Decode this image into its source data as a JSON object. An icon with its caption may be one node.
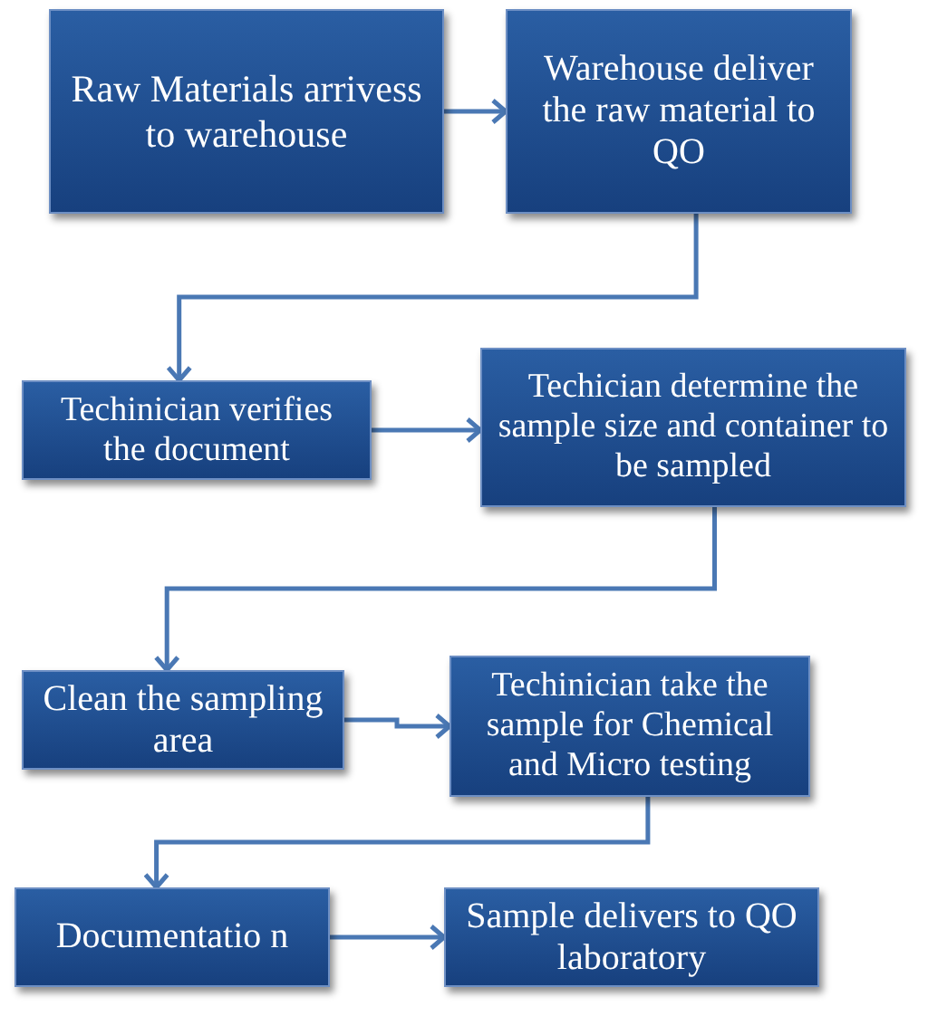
{
  "diagram": {
    "nodes": [
      {
        "text": [
          "Raw Materials arrivess to warehouse"
        ]
      },
      {
        "text": [
          "Warehouse deliver the raw material to QO"
        ]
      },
      {
        "text": [
          "Techinician verifies the document"
        ]
      },
      {
        "text": [
          "Techician determine the sample size and container to be sampled"
        ]
      },
      {
        "text": [
          "Clean the sampling area"
        ]
      },
      {
        "text": [
          "Techinician take the sample for Chemical and Micro testing"
        ]
      },
      {
        "text": [
          "Documentatio n"
        ]
      },
      {
        "text": [
          "Sample delivers to QO laboratory"
        ]
      }
    ],
    "edges": [
      {
        "from": 0,
        "to": 1,
        "arrow": "to"
      },
      {
        "from": 1,
        "to": 2,
        "arrow": "to"
      },
      {
        "from": 2,
        "to": 3,
        "arrow": "to"
      },
      {
        "from": 3,
        "to": 4,
        "arrow": "to"
      },
      {
        "from": 4,
        "to": 5,
        "arrow": "to"
      },
      {
        "from": 5,
        "to": 6,
        "arrow": "to"
      },
      {
        "from": 6,
        "to": 7,
        "arrow": "to"
      }
    ]
  }
}
